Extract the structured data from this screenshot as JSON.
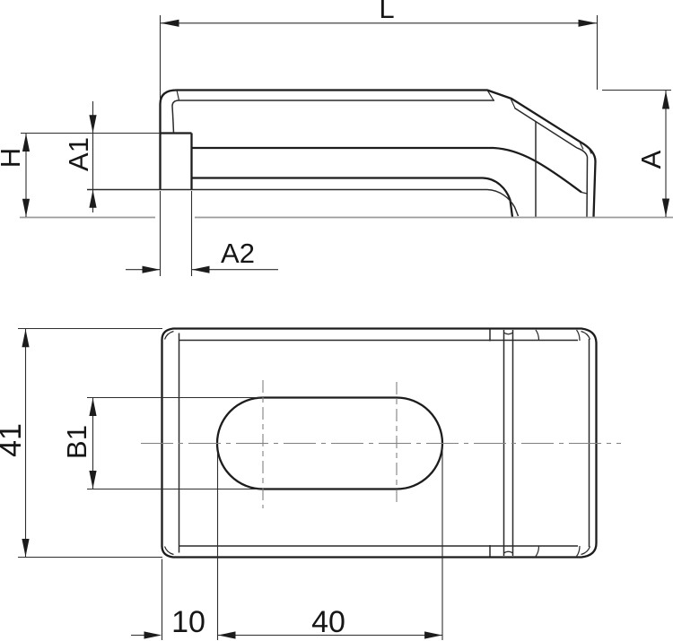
{
  "drawing": {
    "description": "Two-view orthographic technical drawing of a slotted clamp (side elevation above, plan view below) with dimension callouts",
    "background_color": "#ffffff",
    "edge_color": "#1c1c1c",
    "dimension_color": "#2e2e2e",
    "centerline_color": "#808080",
    "ground_line_color": "#9a9a9a"
  },
  "dimension_labels": {
    "L": "L",
    "A": "A",
    "H": "H",
    "A1": "A1",
    "A2": "A2",
    "width": "41",
    "B1": "B1",
    "slot_offset": "10",
    "slot_length": "40"
  }
}
